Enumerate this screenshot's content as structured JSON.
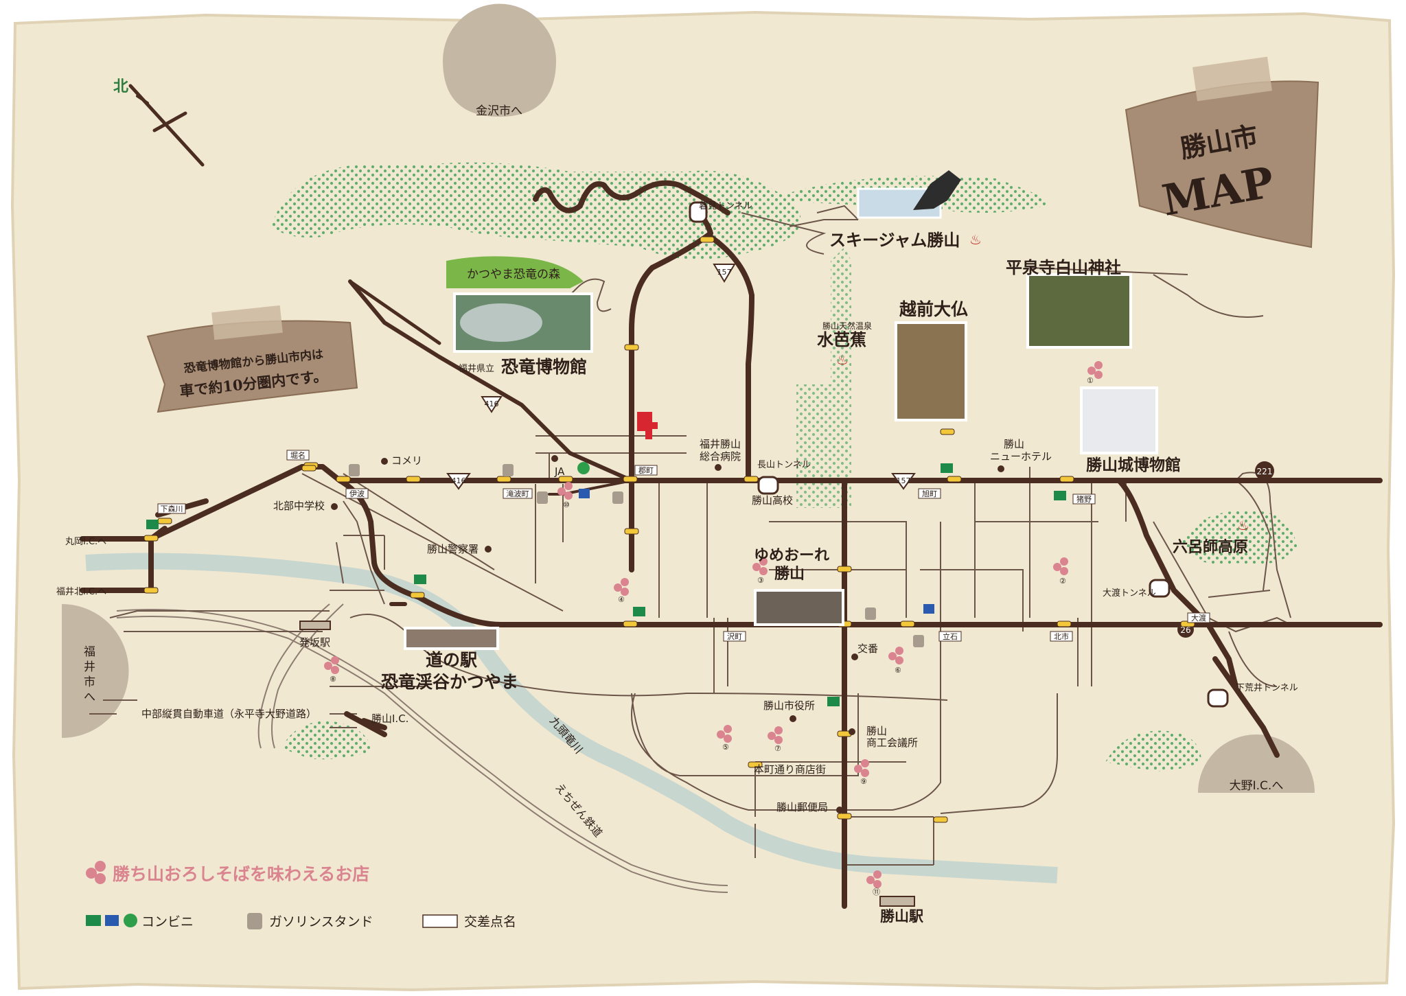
{
  "title": {
    "line1": "勝山市",
    "line2": "MAP"
  },
  "note": {
    "line1": "恐竜博物館から勝山市内は",
    "line2": "車で約10分圏内です。"
  },
  "north": "北",
  "directions": {
    "kanazawa": "金沢市へ",
    "fukui": "福井市へ",
    "ono": "大野I.C.へ"
  },
  "roads": {
    "r157_a": "157",
    "r157_b": "157",
    "r416_a": "416",
    "r416_b": "416",
    "r221": "221",
    "r26": "26",
    "expressway": "中部縦貫自動車道（永平寺大野道路）",
    "river": "九頭竜川",
    "railway": "えちぜん鉄道"
  },
  "tunnels": {
    "kurami": "暮見トンネル",
    "nagayama": "長山トンネル",
    "owatari": "大渡トンネル",
    "shimoarai": "下荒井トンネル"
  },
  "places": {
    "forest": "かつやま恐竜の森",
    "museum_prefix": "福井県立",
    "museum": "恐竜博物館",
    "skijam": "スキージャム勝山",
    "hakusan": "平泉寺白山神社",
    "daibutsu": "越前大仏",
    "mizubasho_sub": "勝山天然温泉",
    "mizubasho": "水芭蕉",
    "castle": "勝山城博物館",
    "rokuroshi": "六呂師高原",
    "yumeore1": "ゆめおーれ",
    "yumeore2": "勝山",
    "michinoeki1": "道の駅",
    "michinoeki2": "恐竜渓谷かつやま",
    "station": "勝山駅",
    "hossaka": "発坂駅",
    "hospital1": "福井勝山",
    "hospital2": "総合病院",
    "hotel1": "勝山",
    "hotel2": "ニューホテル",
    "komeri": "コメリ",
    "ja": "JA",
    "school": "北部中学校",
    "police": "勝山警察署",
    "highschool": "勝山高校",
    "koban": "交番",
    "cityhall": "勝山市役所",
    "chamber1": "勝山",
    "chamber2": "商工会議所",
    "shotengai": "本町通り商店街",
    "postoffice": "勝山郵便局",
    "katsuyama_ic": "勝山I.C.",
    "maruoka_ic": "丸岡I.C.へ",
    "fukuikita_ic": "福井北I.C.へ"
  },
  "intersections": {
    "horina": "堀名",
    "shimomorikawa": "下森川",
    "ina": "伊波",
    "takinami": "滝波町",
    "gomachi": "郡町",
    "asahimachi": "旭町",
    "inoya": "猪野",
    "sawamachi": "沢町",
    "tateishi": "立石",
    "kitaichi": "北市",
    "owatari": "大渡"
  },
  "shop_numbers": [
    "①",
    "②",
    "③",
    "④",
    "⑤",
    "⑥",
    "⑦",
    "⑧",
    "⑨",
    "⑩",
    "⑪"
  ],
  "legend": {
    "soba": "勝ち山おろしそばを味わえるお店",
    "convenience": "コンビニ",
    "gas": "ガソリンスタンド",
    "intersection": "交差点名"
  },
  "colors": {
    "paper": "#f1e8d2",
    "road": "#4a2d20",
    "river": "#c7d6cf",
    "dots": "#5fae6e",
    "soba_flower": "#d9848f",
    "tape": "#a88d76",
    "forest_green": "#7ab648"
  }
}
